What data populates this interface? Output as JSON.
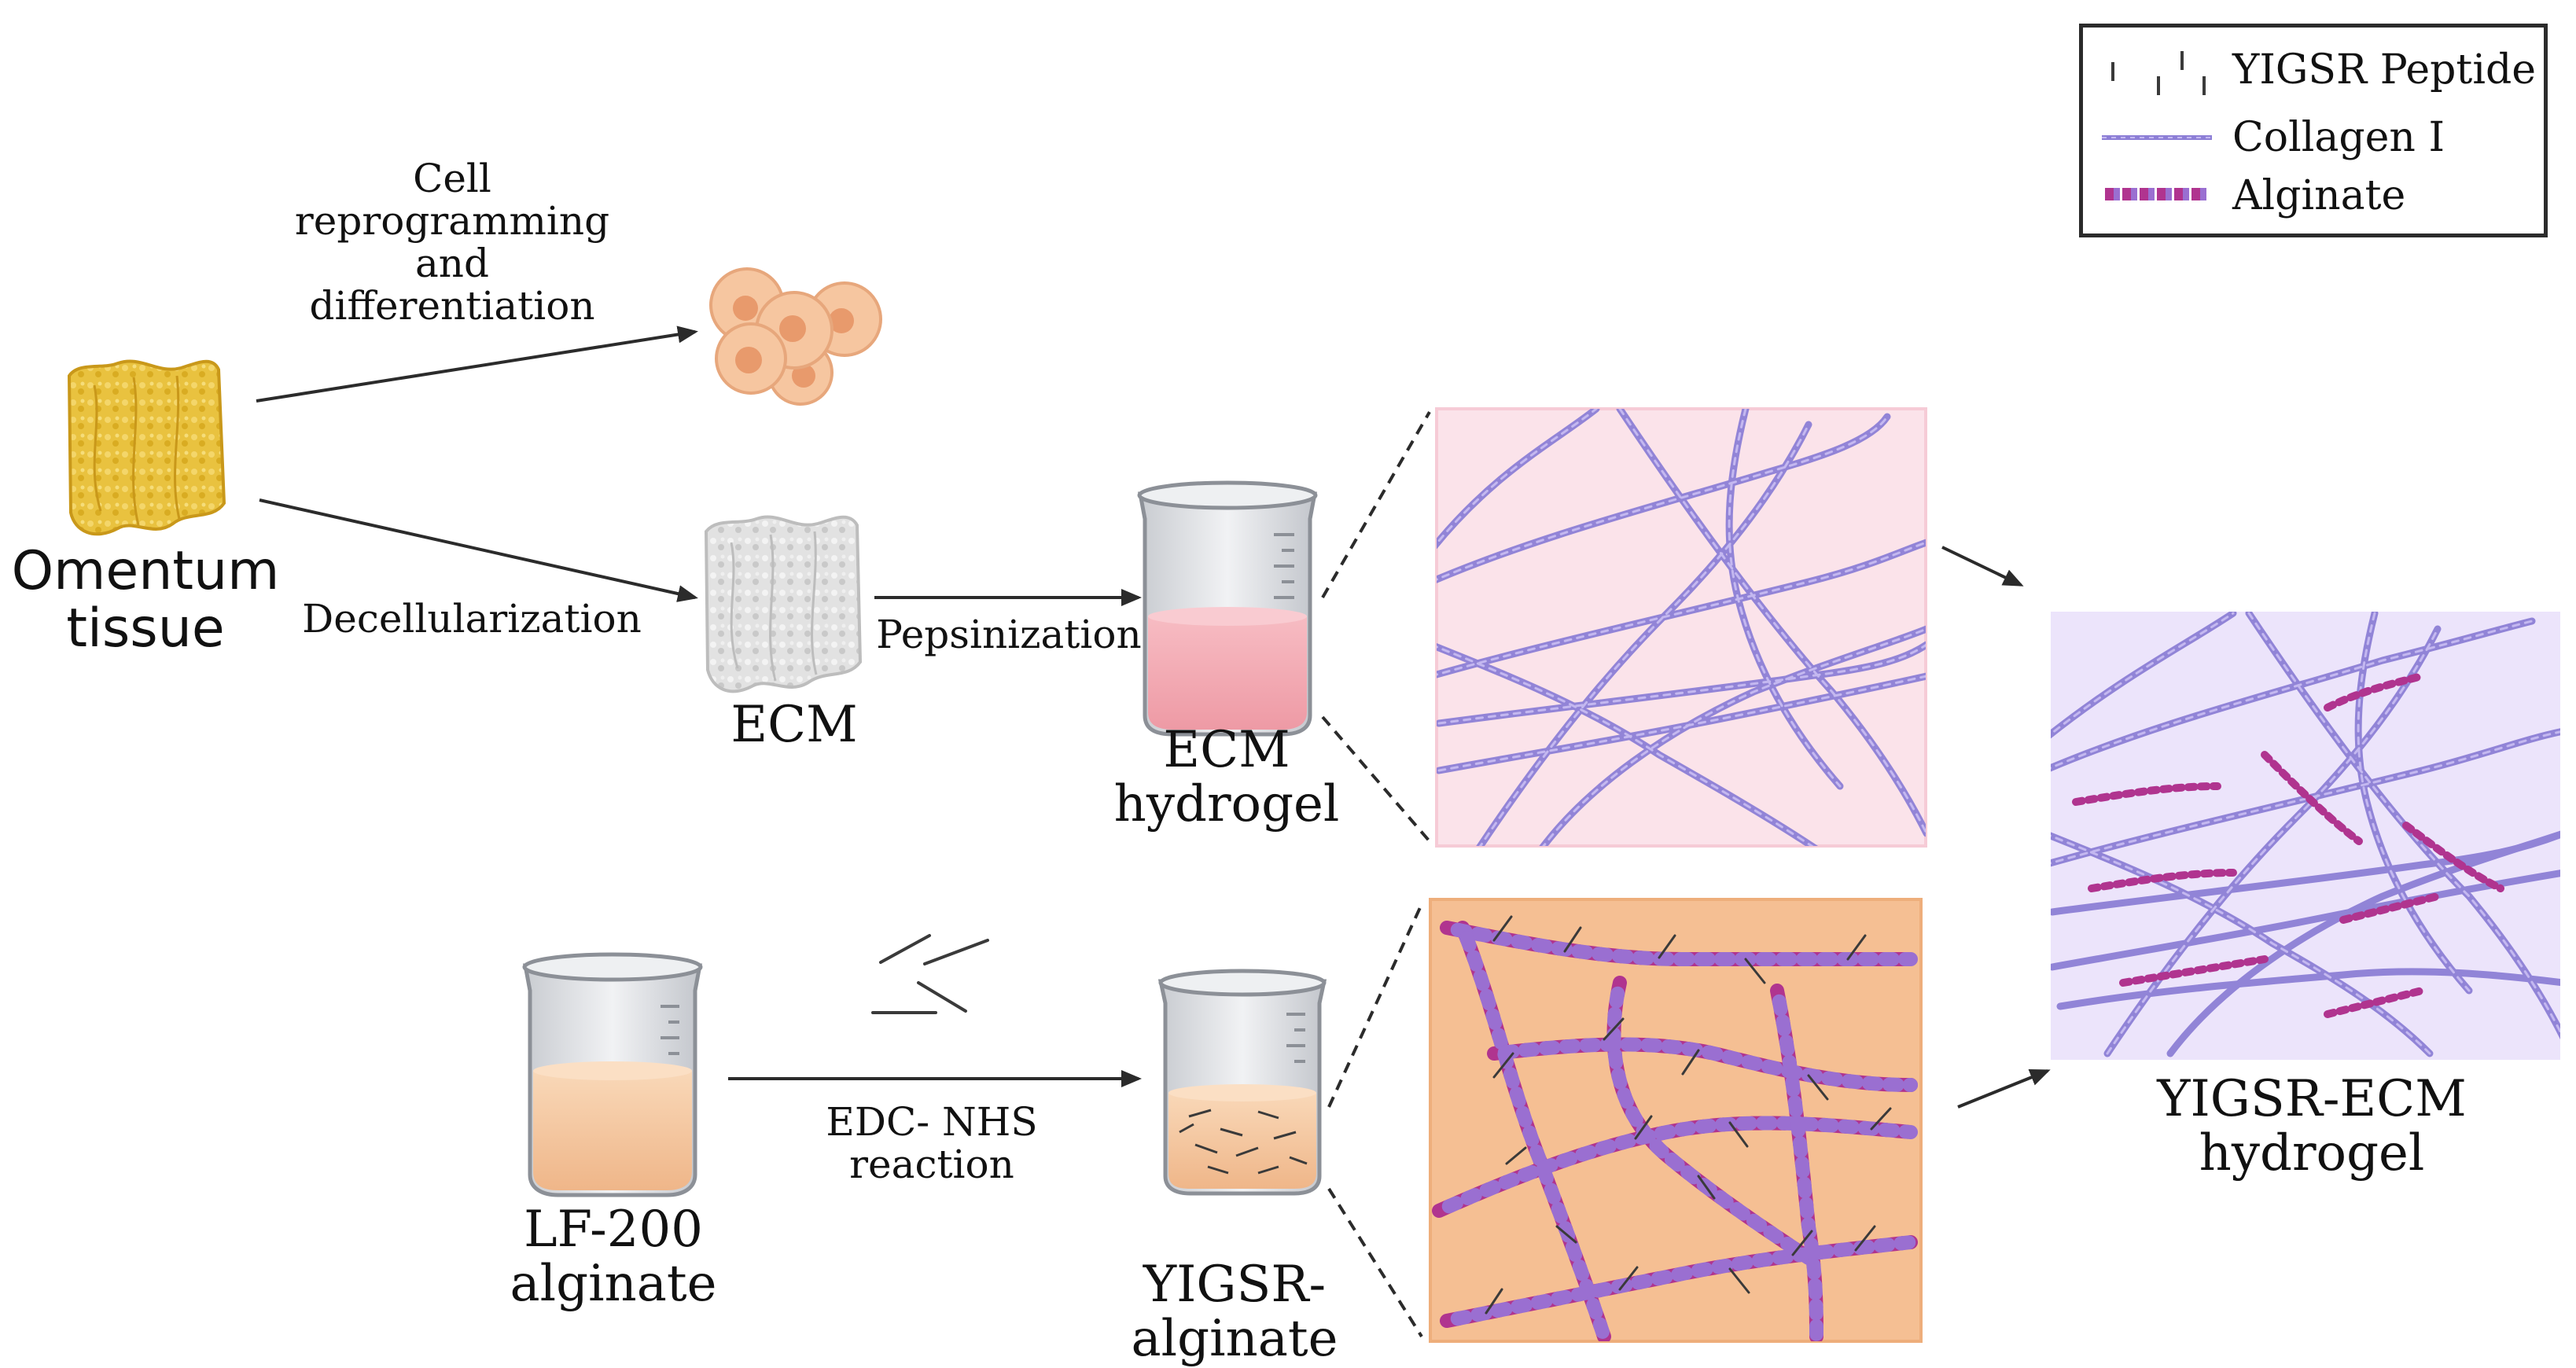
{
  "labels": {
    "omentum": "Omentum\ntissue",
    "cell_reprogramming": "Cell\nreprogramming\nand\ndifferentiation",
    "decellularization": "Decellularization",
    "ecm": "ECM",
    "pepsinization": "Pepsinization",
    "ecm_hydrogel": "ECM\nhydrogel",
    "lf200": "LF-200\nalginate",
    "edc_nhs": "EDC- NHS\nreaction",
    "yigsr_alginate": "YIGSR-\nalginate",
    "yigsr_ecm_hydrogel": "YIGSR-ECM\nhydrogel"
  },
  "legend": {
    "items": [
      {
        "label": "YIGSR Peptide",
        "icon": "peptide-icon"
      },
      {
        "label": "Collagen I",
        "icon": "collagen-icon"
      },
      {
        "label": "Alginate",
        "icon": "alginate-icon"
      }
    ]
  },
  "colors": {
    "omentum": "#e9c23f",
    "ecm_gray": "#d9d9d9",
    "cell_fill": "#f6c6a0",
    "cell_nucleus": "#e89a6c",
    "ecm_gel": "#f2a3ad",
    "alginate_liquid": "#f5c49c",
    "collagen": "#8d7fd6",
    "collagen_panel_bg": "#fbe3ea",
    "alginate_panel_bg": "#f5bf93",
    "yigsr_panel_bg": "#ece4fb",
    "alginate_bead_purple": "#9a6fd1",
    "alginate_bead_magenta": "#b0348f",
    "peptide": "#3a3a3a",
    "arrow": "#2b2b2b"
  },
  "icons": {
    "omentum_tissue": "omentum-tissue-icon",
    "cells": "cell-cluster-icon",
    "ecm_scaffold": "ecm-scaffold-icon",
    "beaker": "beaker-icon",
    "peptide_fragments": "peptide-fragments-icon"
  }
}
